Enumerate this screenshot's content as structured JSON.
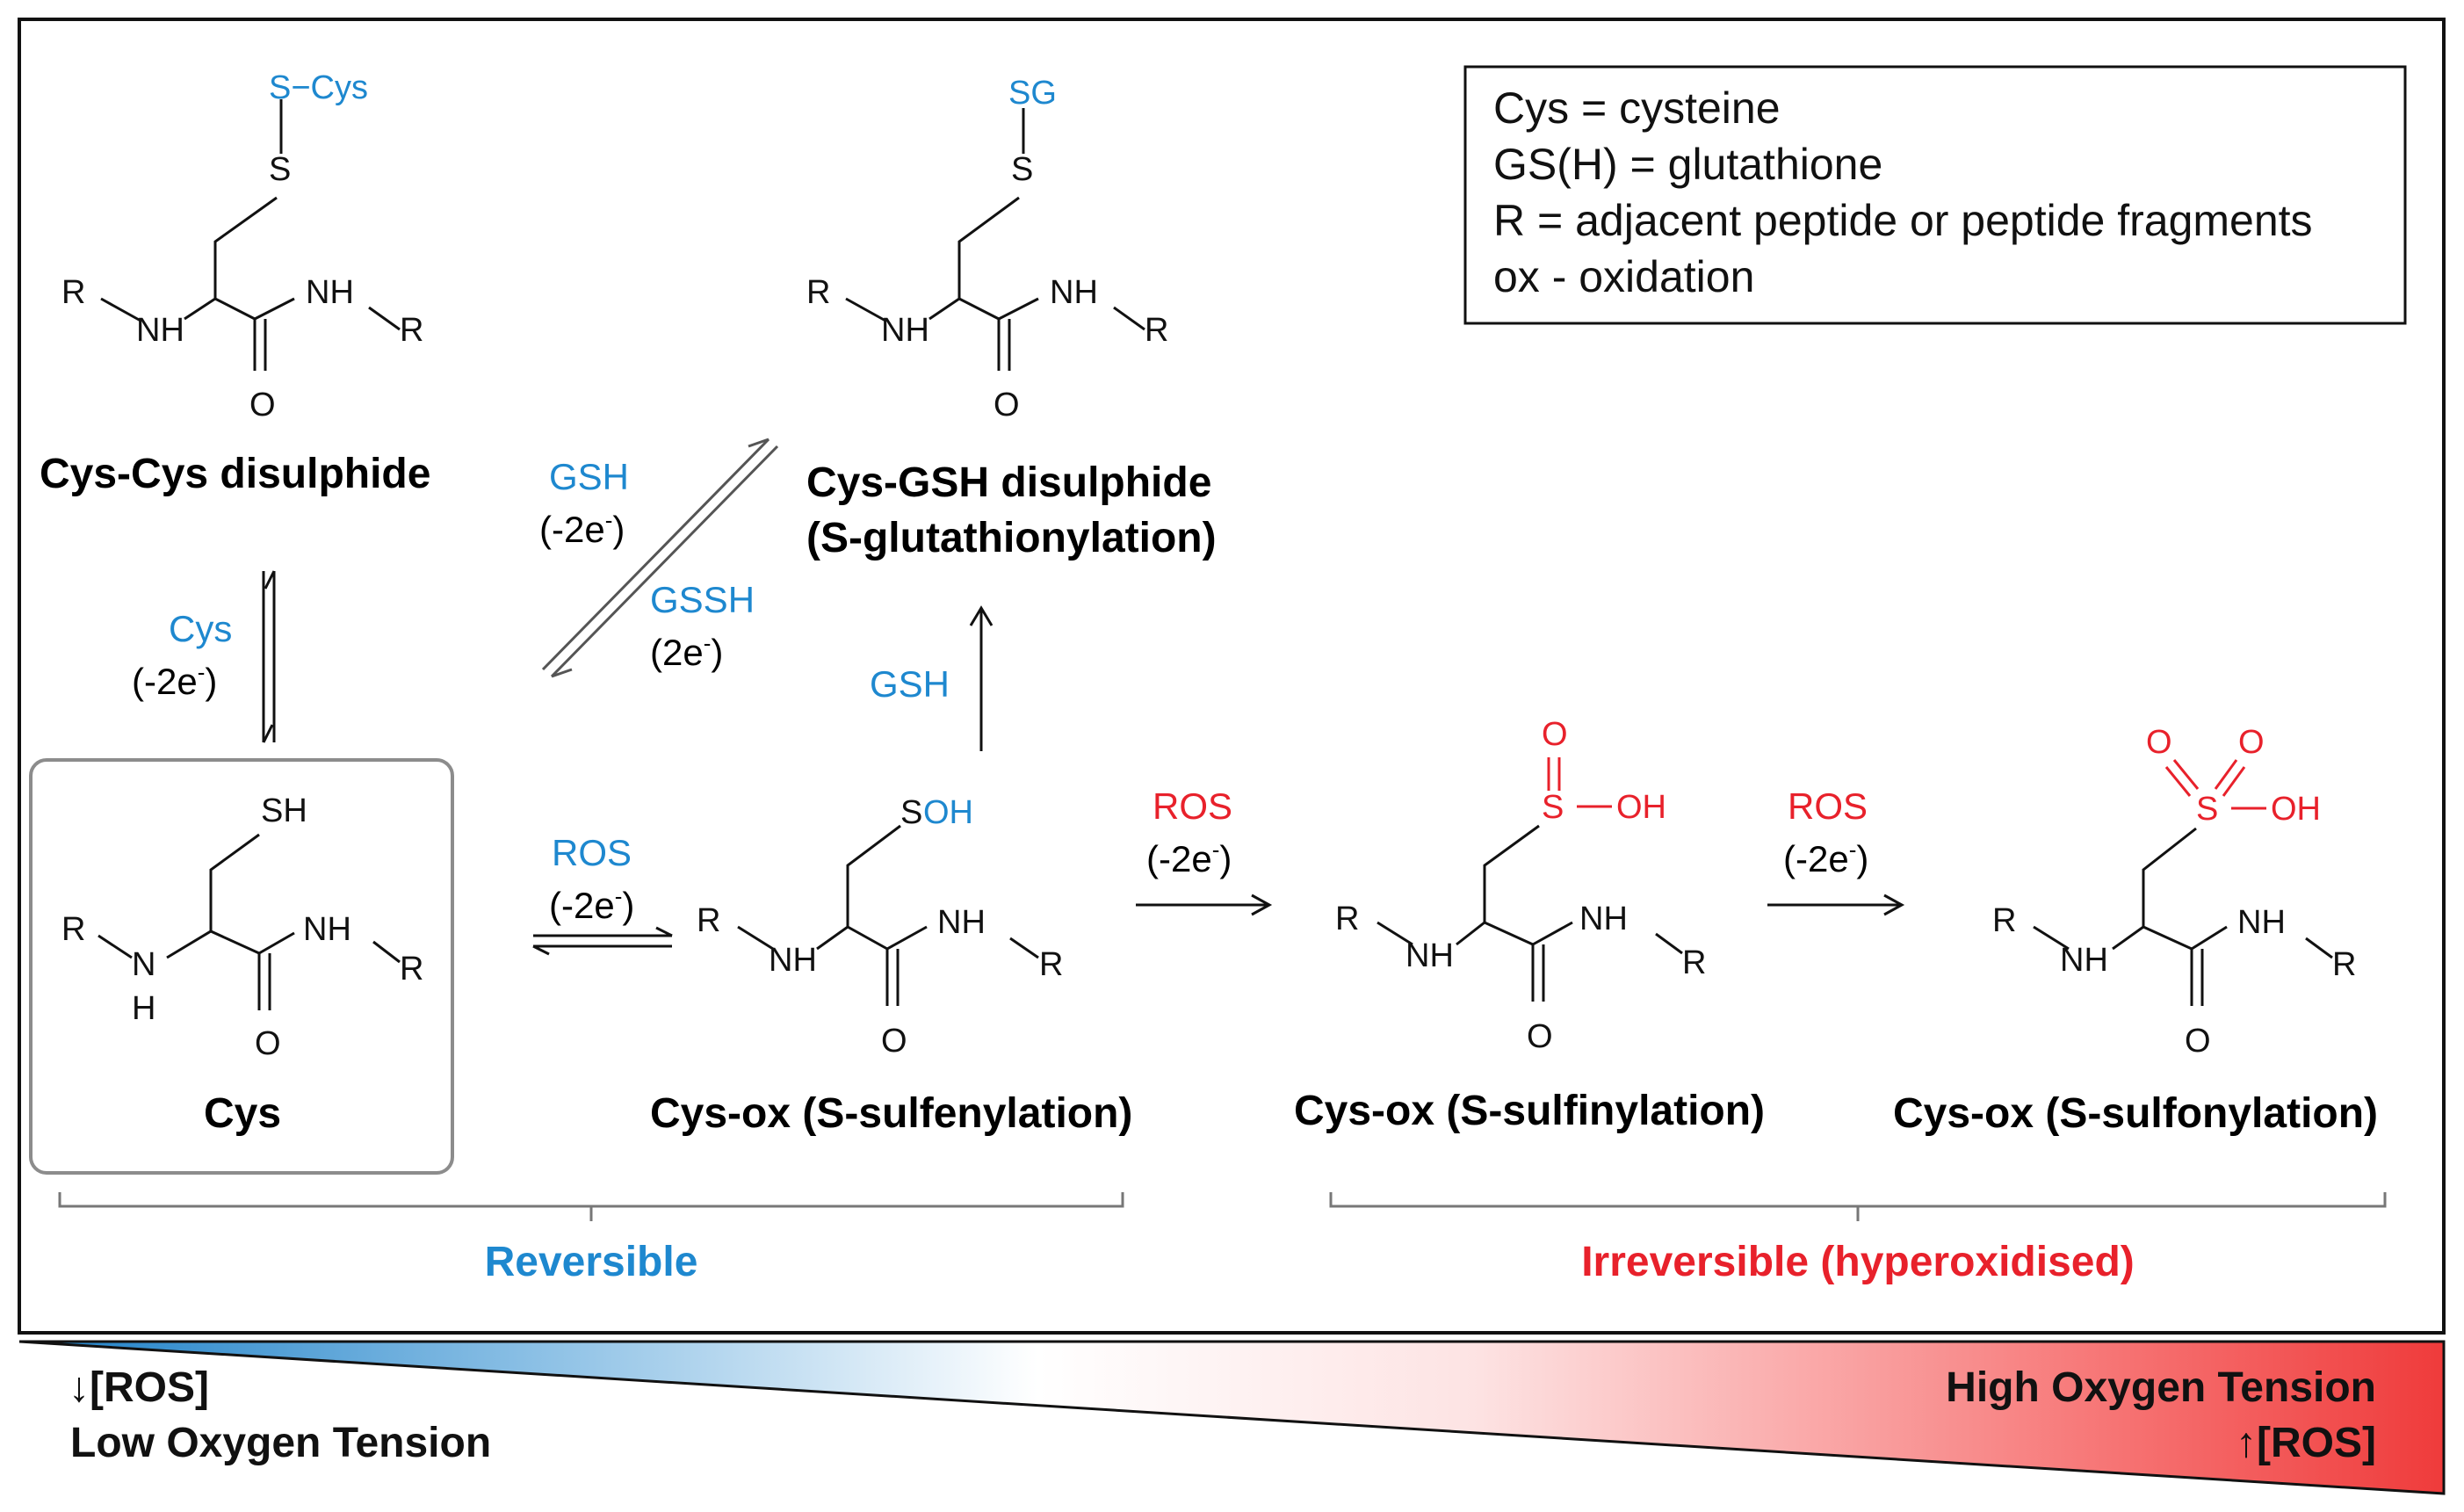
{
  "colors": {
    "blue": "#1e88cf",
    "red": "#e8212b",
    "black": "#111111",
    "box_border": "#8c8c8c"
  },
  "legend": {
    "line1": "Cys = cysteine",
    "line2": "GS(H) = glutathione",
    "line3": "R = adjacent peptide or peptide fragments",
    "line4": "ox - oxidation"
  },
  "atoms": {
    "r": "R",
    "nh": "NH",
    "n": "N",
    "h": "H",
    "o": "O",
    "s": "S",
    "sh": "SH",
    "oh": "OH",
    "s_cys": "S−Cys",
    "sg": "SG"
  },
  "structures": {
    "cys_cys": "Cys-Cys  disulphide",
    "cys_gsh_1": "Cys-GSH disulphide",
    "cys_gsh_2": "(S-glutathionylation)",
    "cys": "Cys",
    "sulfenyl": "Cys-ox (S-sulfenylation)",
    "sulfinyl": "Cys-ox (S-sulfinylation)",
    "sulfonyl": "Cys-ox (S-sulfonylation)"
  },
  "reagents": {
    "cys": "Cys",
    "gsh": "GSH",
    "gssh": "GSSH",
    "ros": "ROS",
    "minus_2e": "(-2e",
    "plus_2e": "(2e",
    "e_sup": "-",
    "close": ")"
  },
  "groups": {
    "reversible": "Reversible",
    "irreversible": "Irreversible (hyperoxidised)"
  },
  "gradient": {
    "low_ros": "↓[ROS]",
    "low_tension": "Low Oxygen  Tension",
    "high_tension": "High Oxygen Tension",
    "high_ros": "↑[ROS]"
  }
}
